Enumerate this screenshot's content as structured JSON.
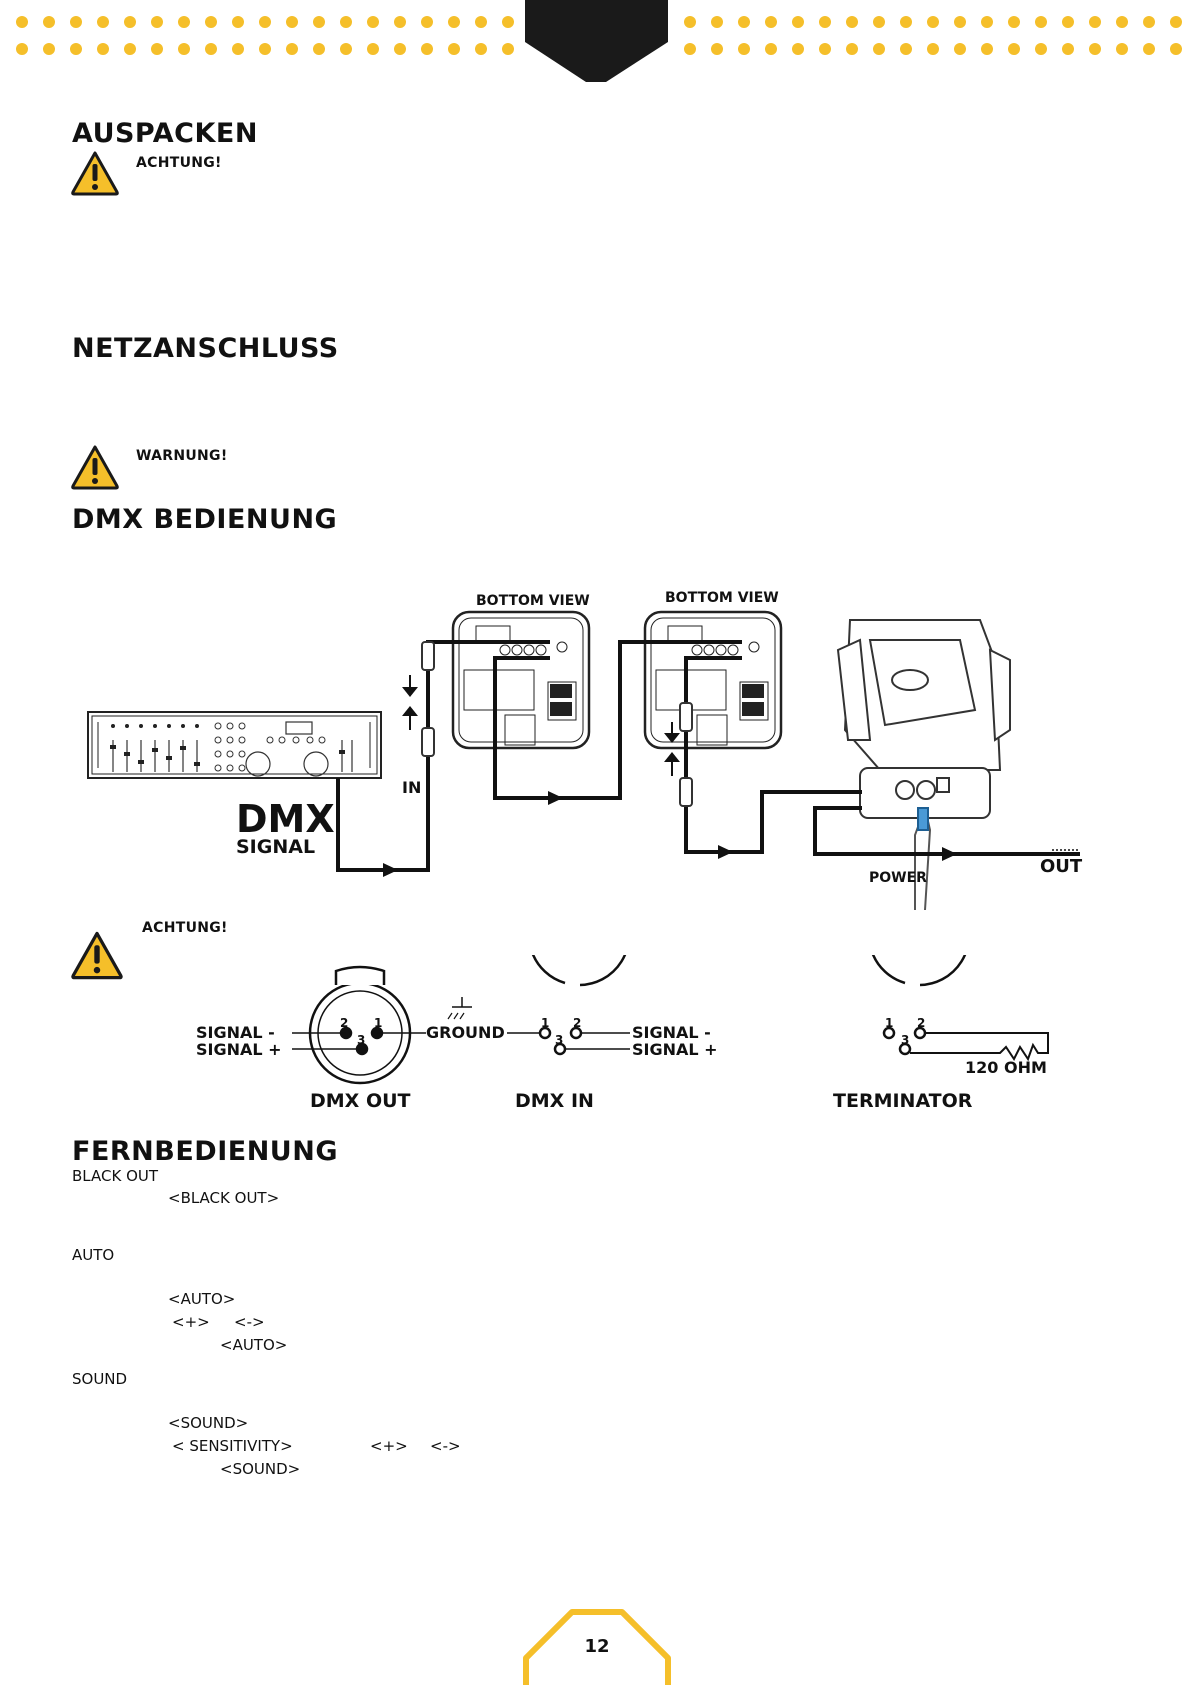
{
  "colors": {
    "accent": "#F5BF2A",
    "dark": "#1a1a1a"
  },
  "sections": {
    "auspacken": {
      "title": "AUSPACKEN",
      "warning": "ACHTUNG!"
    },
    "netzanschluss": {
      "title": "NETZANSCHLUSS",
      "warning": "WARNUNG!"
    },
    "dmx": {
      "title": "DMX BEDIENUNG",
      "warning": "ACHTUNG!"
    },
    "fernbedienung": {
      "title": "FERNBEDIENUNG"
    }
  },
  "wiring": {
    "bottom_view_1": "BOTTOM VIEW",
    "bottom_view_2": "BOTTOM VIEW",
    "in_label": "IN",
    "dmx_big": "DMX",
    "signal_big": "SIGNAL",
    "power": "POWER",
    "out": "OUT"
  },
  "connectors": {
    "dmx_out": "DMX OUT",
    "dmx_in": "DMX IN",
    "terminator": "TERMINATOR",
    "signal_minus": "SIGNAL -",
    "signal_plus": "SIGNAL +",
    "ground": "GROUND",
    "ohm": "120 OHM",
    "pin1": "1",
    "pin2": "2",
    "pin3": "3"
  },
  "remote": {
    "black_out": {
      "heading": "BLACK OUT",
      "key": "<BLACK OUT>"
    },
    "auto": {
      "heading": "AUTO",
      "key": "<AUTO>",
      "plus": "<+>",
      "minus": "<->",
      "key2": "<AUTO>"
    },
    "sound": {
      "heading": "SOUND",
      "key": "<SOUND>",
      "sensitivity": "< SENSITIVITY>",
      "plus": "<+>",
      "minus": "<->",
      "key2": "<SOUND>"
    }
  },
  "page_number": "12"
}
